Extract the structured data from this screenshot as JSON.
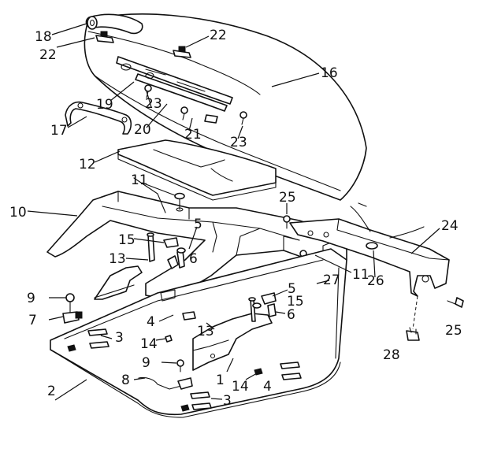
{
  "colors": {
    "ink": "#111111",
    "paper": "#ffffff"
  },
  "callouts": [
    {
      "id": "c18",
      "label": "18"
    },
    {
      "id": "c22a",
      "label": "22"
    },
    {
      "id": "c22b",
      "label": "22"
    },
    {
      "id": "c16",
      "label": "16"
    },
    {
      "id": "c19",
      "label": "19"
    },
    {
      "id": "c23a",
      "label": "23"
    },
    {
      "id": "c20",
      "label": "20"
    },
    {
      "id": "c21",
      "label": "21"
    },
    {
      "id": "c23b",
      "label": "23"
    },
    {
      "id": "c17",
      "label": "17"
    },
    {
      "id": "c12",
      "label": "12"
    },
    {
      "id": "c11a",
      "label": "11"
    },
    {
      "id": "c10",
      "label": "10"
    },
    {
      "id": "c25a",
      "label": "25"
    },
    {
      "id": "c24",
      "label": "24"
    },
    {
      "id": "c5a",
      "label": "5"
    },
    {
      "id": "c15a",
      "label": "15"
    },
    {
      "id": "c6a",
      "label": "6"
    },
    {
      "id": "c13a",
      "label": "13"
    },
    {
      "id": "c11b",
      "label": "11"
    },
    {
      "id": "c26",
      "label": "26"
    },
    {
      "id": "c27",
      "label": "27"
    },
    {
      "id": "c5b",
      "label": "5"
    },
    {
      "id": "c15b",
      "label": "15"
    },
    {
      "id": "c9a",
      "label": "9"
    },
    {
      "id": "c7",
      "label": "7"
    },
    {
      "id": "c6b",
      "label": "6"
    },
    {
      "id": "c4a",
      "label": "4"
    },
    {
      "id": "c13b",
      "label": "13"
    },
    {
      "id": "c3a",
      "label": "3"
    },
    {
      "id": "c14a",
      "label": "14"
    },
    {
      "id": "c25b",
      "label": "25"
    },
    {
      "id": "c9b",
      "label": "9"
    },
    {
      "id": "c28",
      "label": "28"
    },
    {
      "id": "c8",
      "label": "8"
    },
    {
      "id": "c1",
      "label": "1"
    },
    {
      "id": "c14b",
      "label": "14"
    },
    {
      "id": "c4b",
      "label": "4"
    },
    {
      "id": "c2",
      "label": "2"
    },
    {
      "id": "c3b",
      "label": "3"
    }
  ]
}
